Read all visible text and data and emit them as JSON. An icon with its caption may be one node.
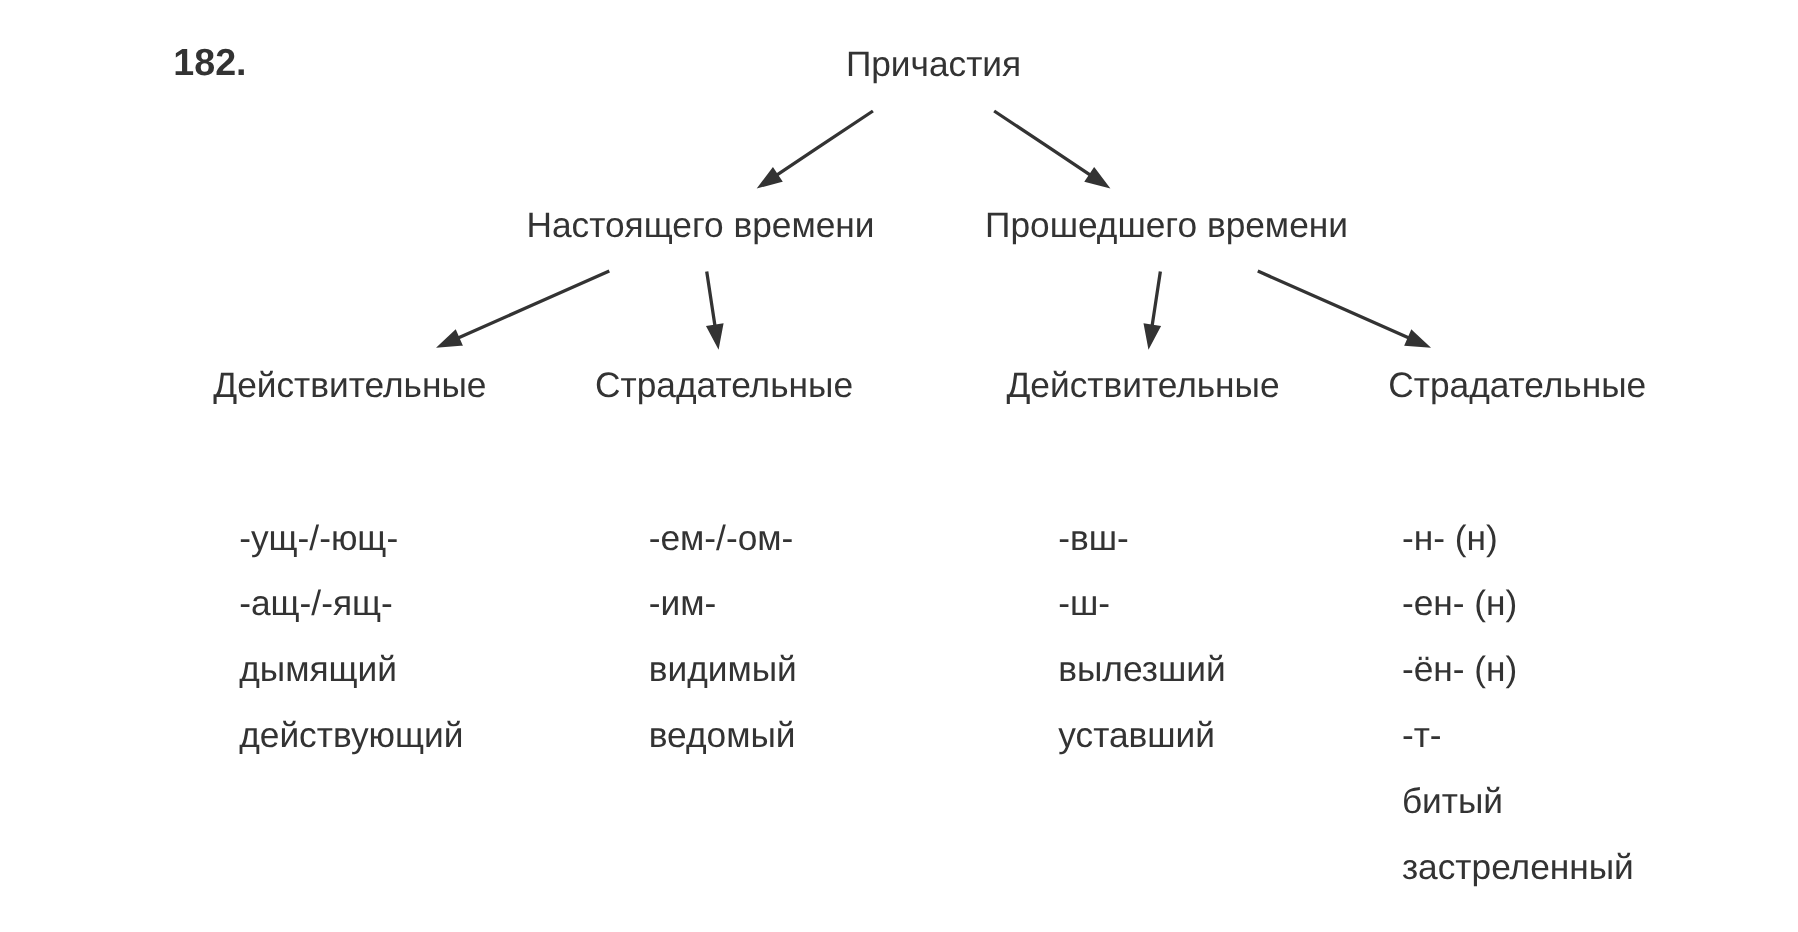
{
  "diagram": {
    "nodes": [
      {
        "text": [
          "Причастия"
        ]
      },
      {
        "text": [
          "Настоящего времени"
        ]
      },
      {
        "text": [
          "Прошедшего времени"
        ]
      },
      {
        "text": [
          "Действительные"
        ],
        "beside": [
          "-ущ-/-ющ-",
          "-ащ-/-ящ-",
          "дымящий",
          "действующий"
        ]
      },
      {
        "text": [
          "Страдательные"
        ],
        "beside": [
          "-ем-/-ом-",
          "-им-",
          "видимый",
          "ведомый"
        ]
      },
      {
        "text": [
          "Действительные"
        ],
        "beside": [
          "-вш-",
          "-ш-",
          "вылезший",
          "уставший"
        ]
      },
      {
        "text": [
          "Страдательные"
        ],
        "beside": [
          "-н- (н)",
          "-ен- (н)",
          "-ён- (н)",
          "-т-",
          "битый",
          "застреленный"
        ]
      }
    ],
    "edges": [
      {
        "from": 0,
        "to": 1,
        "arrow": "to"
      },
      {
        "from": 0,
        "to": 2,
        "arrow": "to"
      },
      {
        "from": 1,
        "to": 3,
        "arrow": "to"
      },
      {
        "from": 1,
        "to": 4,
        "arrow": "to"
      },
      {
        "from": 2,
        "to": 5,
        "arrow": "to"
      },
      {
        "from": 2,
        "to": 6,
        "arrow": "to"
      }
    ],
    "labels": [
      "182."
    ]
  }
}
